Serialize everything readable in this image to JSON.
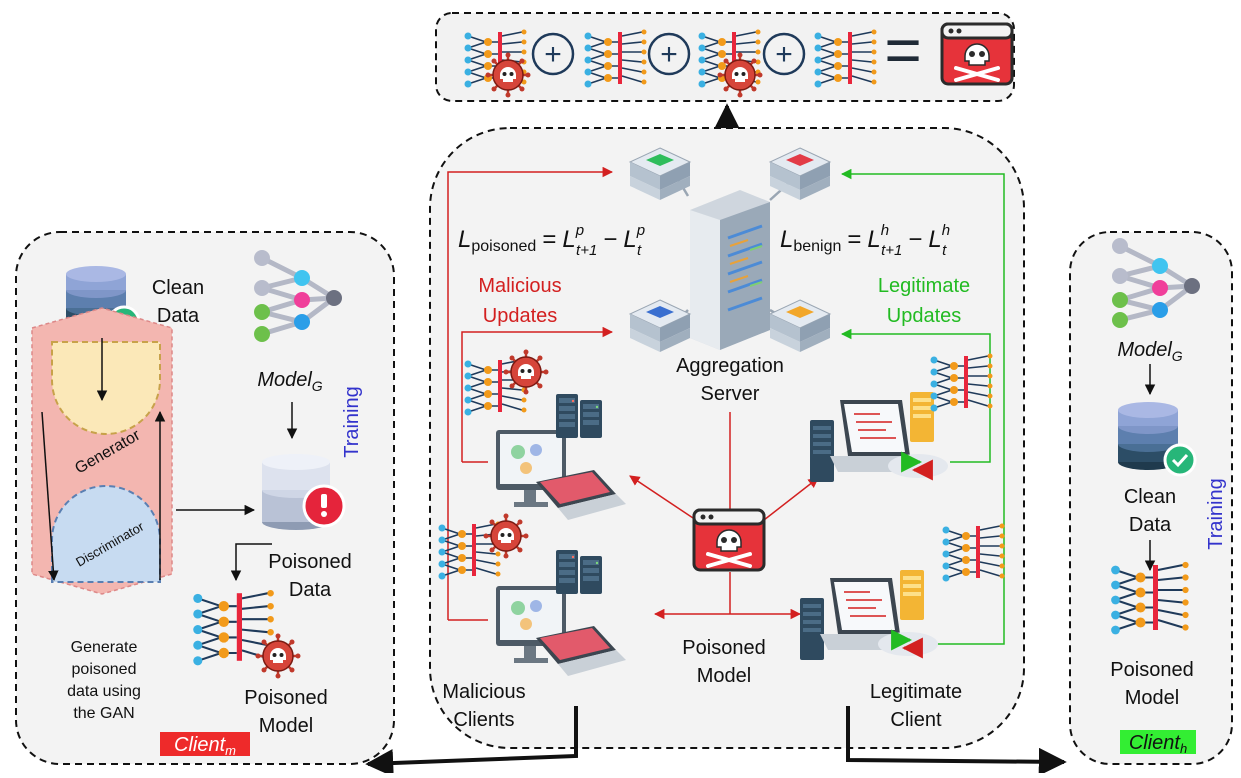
{
  "top_box": {
    "ops": [
      "+",
      "+",
      "+",
      "="
    ]
  },
  "server_panel": {
    "aggregation_server_label": [
      "Aggregation",
      "Server"
    ],
    "malicious_updates_label": [
      "Malicious",
      "Updates"
    ],
    "legitimate_updates_label": [
      "Legitimate",
      "Updates"
    ],
    "poisoned_model_label": [
      "Poisoned",
      "Model"
    ],
    "malicious_clients_label": [
      "Malicious",
      "Clients"
    ],
    "legitimate_client_label": [
      "Legitimate",
      "Client"
    ],
    "loss_poisoned": {
      "lhs": "L",
      "lhs_sub": "poisoned",
      "t1": "L",
      "t1_sup": "p",
      "t1_sub": "t+1",
      "t": "L",
      "t_sup": "p",
      "t_sub": "t"
    },
    "loss_benign": {
      "lhs": "L",
      "lhs_sub": "benign",
      "t1": "L",
      "t1_sup": "h",
      "t1_sub": "t+1",
      "t": "L",
      "t_sup": "h",
      "t_sub": "t"
    }
  },
  "client_m": {
    "clean_data_label": [
      "Clean",
      "Data"
    ],
    "model_label": "Model",
    "model_sub": "G",
    "training_label": "Training",
    "generator_label": "Generator",
    "discriminator_label": "Discriminator",
    "poisoned_data_label": [
      "Poisoned",
      "Data"
    ],
    "generate_label": [
      "Generate",
      "poisoned",
      "data using",
      "the GAN"
    ],
    "poisoned_model_label": [
      "Poisoned",
      "Model"
    ],
    "client_tag": "Client",
    "client_tag_sub": "m"
  },
  "client_h": {
    "model_label": "Model",
    "model_sub": "G",
    "clean_data_label": [
      "Clean",
      "Data"
    ],
    "training_label": "Training",
    "poisoned_model_label": [
      "Poisoned",
      "Model"
    ],
    "client_tag": "Client",
    "client_tag_sub": "h"
  },
  "colors": {
    "malicious": "#d32020",
    "legitimate": "#22bb22",
    "training": "#3333cc",
    "client_m_tag": "#ee2a2a",
    "client_h_tag": "#33ee33"
  }
}
